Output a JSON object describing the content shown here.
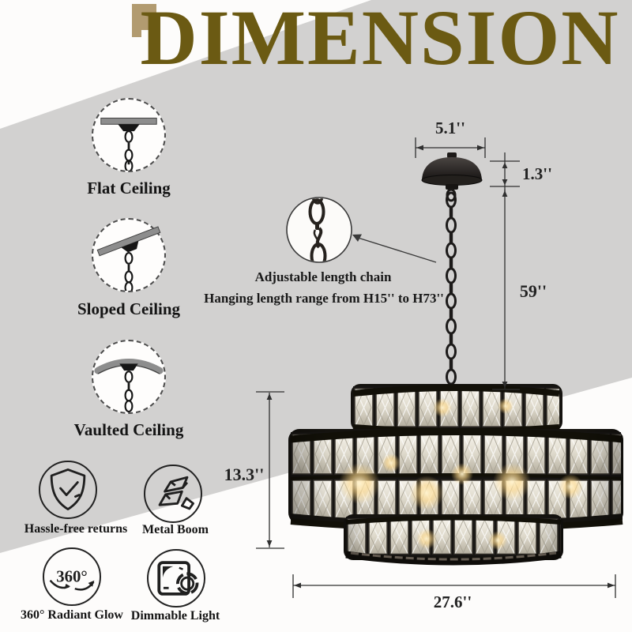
{
  "page": {
    "title": "DIMENSION"
  },
  "colors": {
    "title_olive": "#6b5a13",
    "tan_accent": "#b29b70",
    "band_gray": "#d2d1d0",
    "ink": "#1d1d1d",
    "glow_warm": "#ffd98a"
  },
  "ceiling_options": [
    {
      "label": "Flat Ceiling",
      "icon": "flat-ceiling-icon"
    },
    {
      "label": "Sloped Ceiling",
      "icon": "sloped-ceiling-icon"
    },
    {
      "label": "Vaulted Ceiling",
      "icon": "vaulted-ceiling-icon"
    }
  ],
  "features": [
    {
      "label": "Hassle-free returns",
      "icon": "shield-check-icon"
    },
    {
      "label": "Metal Boom",
      "icon": "metal-ingots-icon"
    },
    {
      "label": "360° Radiant Glow",
      "icon": "rotate-360-icon"
    },
    {
      "label": "Dimmable Light",
      "icon": "dimmer-knob-icon"
    }
  ],
  "chain_note": {
    "line1": "Adjustable length chain",
    "line2": "Hanging length range from H15'' to H73''"
  },
  "dimensions": {
    "canopy_width": "5.1''",
    "canopy_height": "1.3''",
    "chain_length": "59''",
    "fixture_height": "13.3''",
    "fixture_width": "27.6''"
  },
  "icon_text": {
    "rotate": "360°"
  }
}
